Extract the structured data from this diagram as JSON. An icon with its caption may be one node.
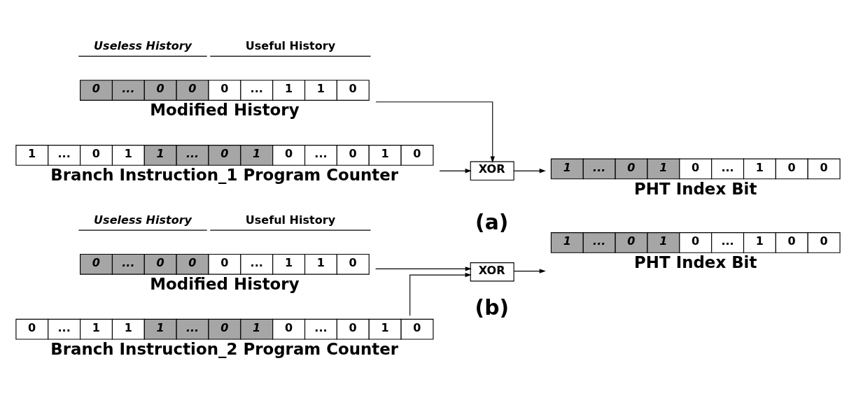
{
  "diagram": {
    "nodes": [
      {
        "text": [
          "0",
          "...",
          "0",
          "0",
          "0",
          "...",
          "1",
          "1",
          "0"
        ],
        "beside": [
          "Modified History"
        ]
      },
      {
        "text": [
          "1",
          "...",
          "0",
          "1",
          "1",
          "...",
          "0",
          "1",
          "0",
          "...",
          "0",
          "1",
          "0"
        ],
        "beside": [
          "Branch Instruction_1 Program Counter"
        ]
      },
      {
        "text": [
          "XOR"
        ]
      },
      {
        "text": [
          "1",
          "...",
          "0",
          "1",
          "0",
          "...",
          "1",
          "0",
          "0"
        ],
        "beside": [
          "PHT Index Bit"
        ]
      },
      {
        "text": [
          "0",
          "...",
          "0",
          "0",
          "0",
          "...",
          "1",
          "1",
          "0"
        ],
        "beside": [
          "Modified History"
        ]
      },
      {
        "text": [
          "0",
          "...",
          "1",
          "1",
          "1",
          "...",
          "0",
          "1",
          "0",
          "...",
          "0",
          "1",
          "0"
        ],
        "beside": [
          "Branch Instruction_2 Program Counter"
        ]
      },
      {
        "text": [
          "XOR"
        ]
      },
      {
        "text": [
          "1",
          "...",
          "0",
          "1",
          "0",
          "...",
          "1",
          "0",
          "0"
        ],
        "beside": [
          "PHT Index Bit"
        ]
      }
    ],
    "edges": [
      {
        "from": 0,
        "to": 2,
        "arrow": "to"
      },
      {
        "from": 1,
        "to": 2,
        "arrow": "to"
      },
      {
        "from": 2,
        "to": 3,
        "arrow": "to"
      },
      {
        "from": 4,
        "to": 6,
        "arrow": "to"
      },
      {
        "from": 5,
        "to": 6,
        "arrow": "to"
      },
      {
        "from": 6,
        "to": 7,
        "arrow": "to"
      }
    ],
    "labels": [
      "Useless History",
      "Useful History",
      "(a)",
      "Useless History",
      "Useful History",
      "(b)"
    ]
  }
}
